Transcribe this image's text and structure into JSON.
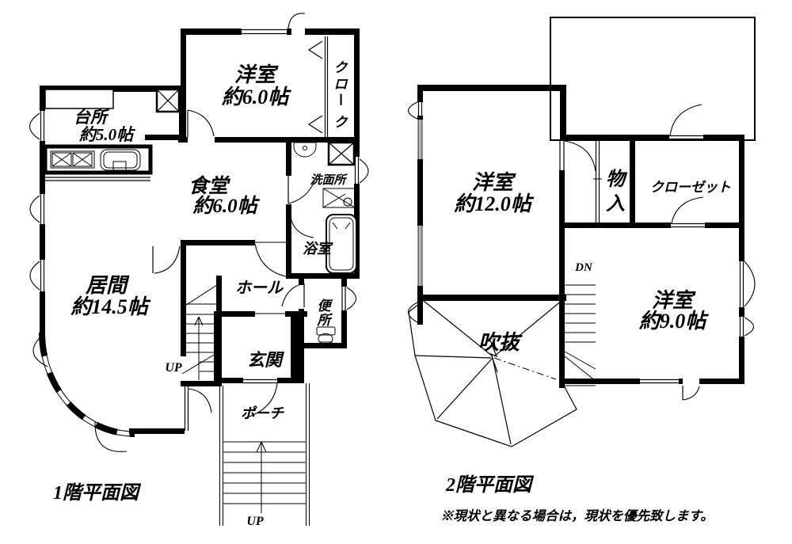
{
  "floor1": {
    "title": "1階平面図",
    "rooms": {
      "kitchen_name": "台所",
      "kitchen_size": "約5.0帖",
      "bedroom6_name": "洋室",
      "bedroom6_size": "約6.0帖",
      "cloak_chars": [
        "ク",
        "ロ",
        "ー",
        "ク"
      ],
      "dining_name": "食堂",
      "dining_size": "約6.0帖",
      "washroom": "洗面所",
      "bath": "浴室",
      "living_name": "居間",
      "living_size": "約14.5帖",
      "hall": "ホール",
      "toilet_chars": [
        "便",
        "所"
      ],
      "entrance": "玄関",
      "porch": "ポーチ"
    },
    "stairs_up_label": "UP",
    "porch_stairs_up_label": "UP"
  },
  "floor2": {
    "title": "2階平面図",
    "rooms": {
      "bedroom12_name": "洋室",
      "bedroom12_size": "約12.0帖",
      "storage_chars": [
        "物",
        "入"
      ],
      "closet": "クローゼット",
      "bedroom9_name": "洋室",
      "bedroom9_size": "約9.0帖",
      "void": "吹抜"
    },
    "stairs_down_label": "DN",
    "note": "※現状と異なる場合は，現状を優先致します。"
  },
  "colors": {
    "wall": "#000000",
    "background": "#ffffff",
    "glazing": "#b5b5b5"
  }
}
